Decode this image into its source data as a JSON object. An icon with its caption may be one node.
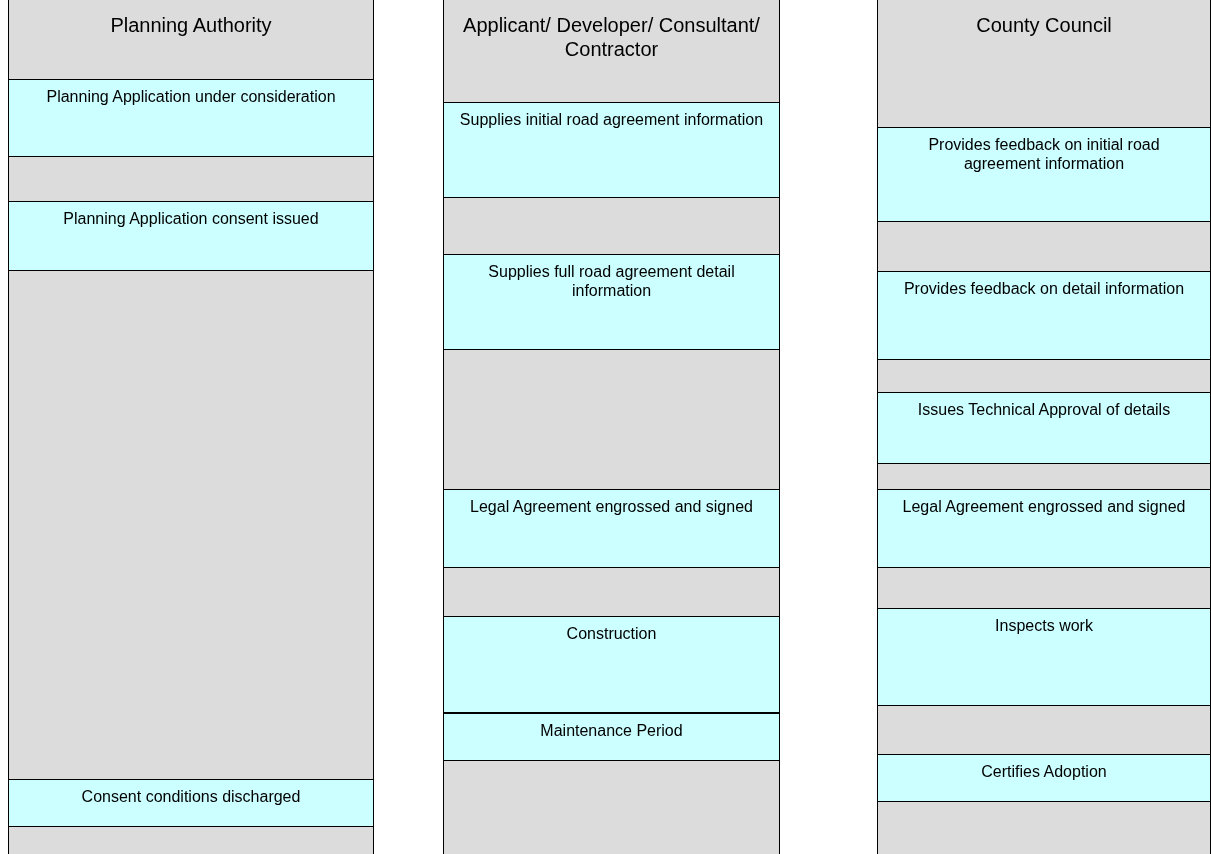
{
  "diagram": {
    "nodes": [
      {
        "text": [
          "Planning Authority"
        ]
      },
      {
        "text": [
          "Planning Application under consideration"
        ],
        "in": 0
      },
      {
        "text": [
          "Planning Application consent issued"
        ],
        "in": 0
      },
      {
        "text": [
          "Consent conditions discharged"
        ],
        "in": 0
      },
      {
        "text": [
          "Applicant/ Developer/ Consultant/ Contractor"
        ]
      },
      {
        "text": [
          "Supplies initial road agreement information"
        ],
        "in": 4
      },
      {
        "text": [
          "Supplies full road agreement detail information"
        ],
        "in": 4
      },
      {
        "text": [
          "Legal Agreement engrossed and signed"
        ],
        "in": 4
      },
      {
        "text": [
          "Construction"
        ],
        "in": 4
      },
      {
        "text": [
          "Maintenance Period"
        ],
        "in": 4
      },
      {
        "text": [
          "County Council"
        ]
      },
      {
        "text": [
          "Provides feedback on initial road agreement information"
        ],
        "in": 10
      },
      {
        "text": [
          "Provides feedback on detail information"
        ],
        "in": 10
      },
      {
        "text": [
          "Issues Technical Approval of details"
        ],
        "in": 10
      },
      {
        "text": [
          "Legal Agreement engrossed and signed"
        ],
        "in": 10
      },
      {
        "text": [
          "Inspects work"
        ],
        "in": 10
      },
      {
        "text": [
          "Certifies Adoption"
        ],
        "in": 10
      }
    ],
    "edges": []
  }
}
